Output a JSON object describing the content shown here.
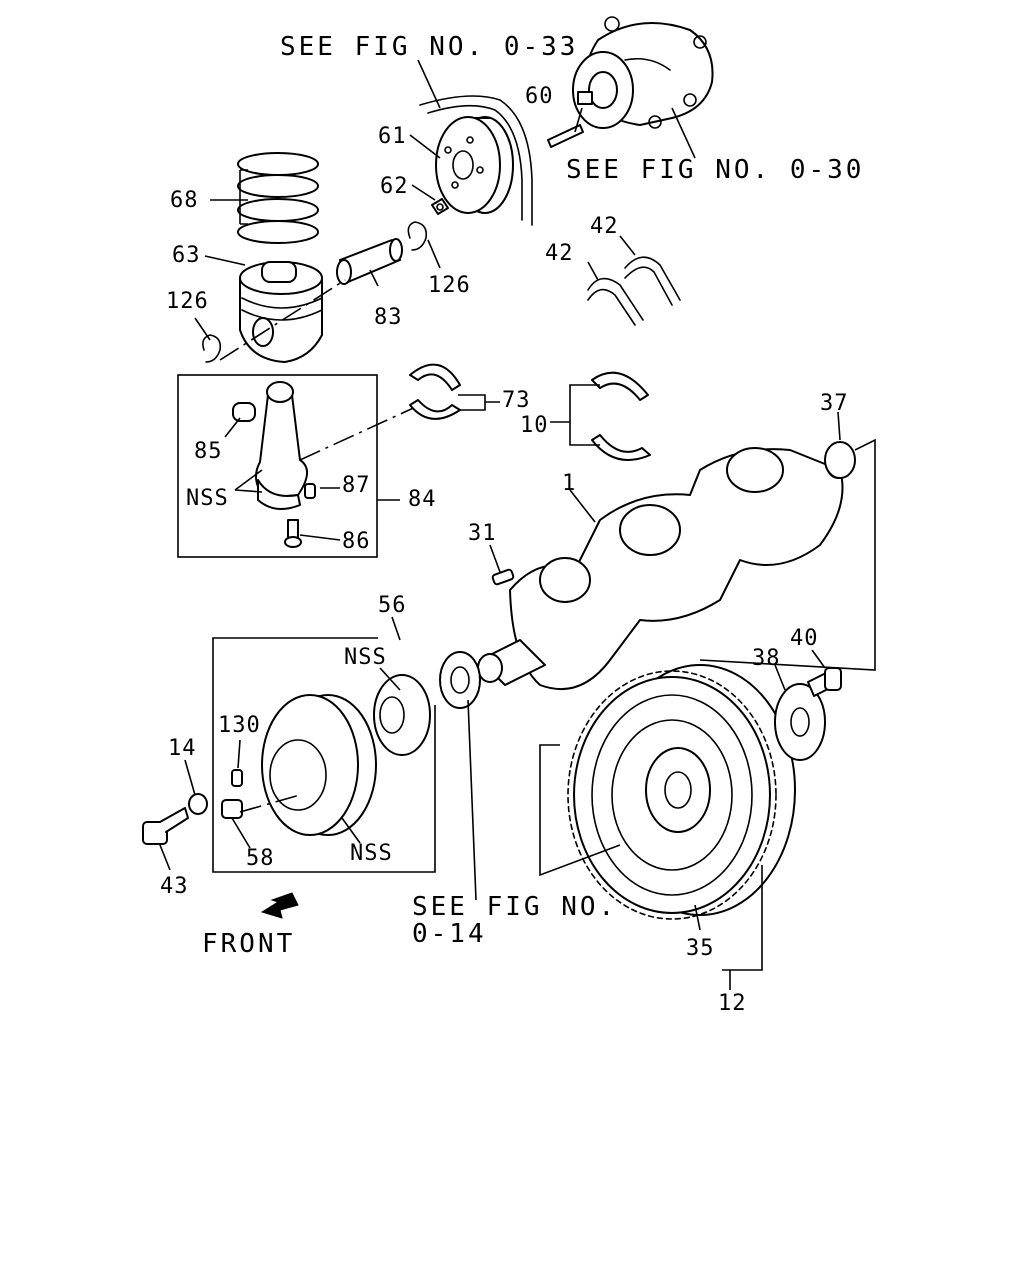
{
  "diagram": {
    "refs": {
      "fig_0_33": "SEE FIG NO. 0-33",
      "fig_0_30": "SEE FIG NO. 0-30",
      "fig_0_14_line1": "SEE FIG NO.",
      "fig_0_14_line2": "0-14"
    },
    "front_label": "FRONT",
    "callouts": {
      "c1": "1",
      "c10": "10",
      "c12": "12",
      "c14": "14",
      "c31": "31",
      "c35": "35",
      "c37": "37",
      "c38": "38",
      "c40": "40",
      "c42a": "42",
      "c42b": "42",
      "c43": "43",
      "c56": "56",
      "c58": "58",
      "c60": "60",
      "c61": "61",
      "c62": "62",
      "c63": "63",
      "c68": "68",
      "c73": "73",
      "c83": "83",
      "c84": "84",
      "c85": "85",
      "c86": "86",
      "c87": "87",
      "c126a": "126",
      "c126b": "126",
      "c130": "130",
      "nss_rod": "NSS",
      "nss_hub": "NSS",
      "nss_pulley": "NSS"
    }
  }
}
